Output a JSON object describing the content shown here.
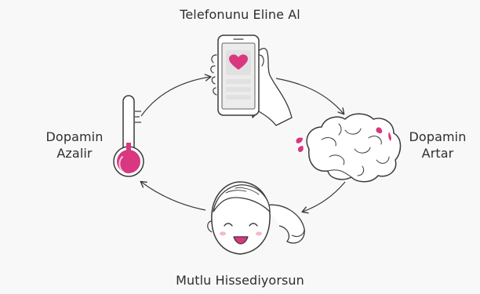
{
  "diagram": {
    "nodes": {
      "top": {
        "label": "Telefonunu Eline Al",
        "icon": "phone-in-hand-icon"
      },
      "right": {
        "line1": "Dopamin",
        "line2": "Artar",
        "icon": "brain-icon"
      },
      "bottom": {
        "label": "Mutlu Hissediyorsun",
        "icon": "smiling-face-icon"
      },
      "left": {
        "line1": "Dopamin",
        "line2": "Azalir",
        "icon": "thermometer-icon"
      }
    },
    "flow": [
      "top",
      "right",
      "bottom",
      "left",
      "top"
    ],
    "colors": {
      "accent": "#d9377f",
      "outline": "#3a3a3a",
      "fill_light": "#ffffff",
      "background": "#f8f8f8"
    }
  }
}
